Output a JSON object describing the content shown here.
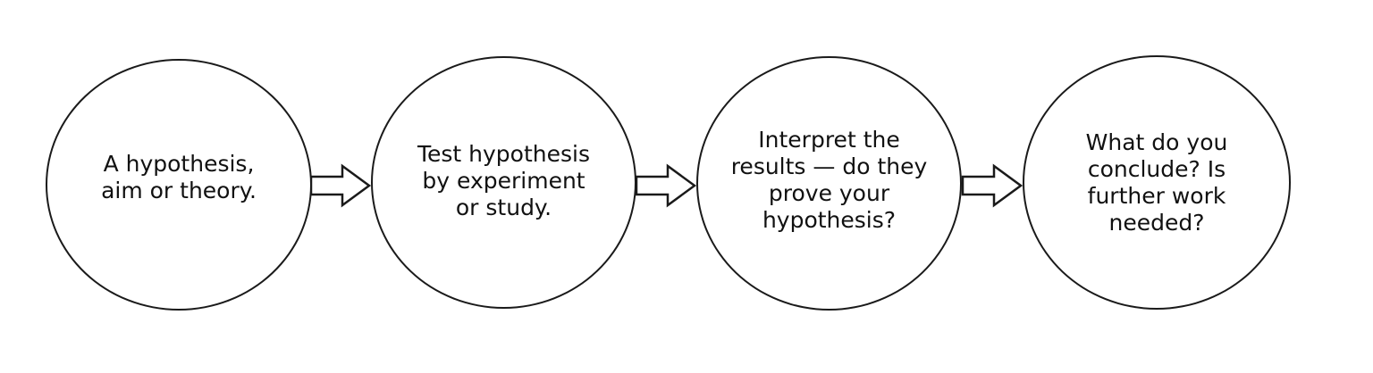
{
  "steps": [
    {
      "text": "A hypothesis,\naim or theory."
    },
    {
      "text": "Test hypothesis\nby experiment\nor study."
    },
    {
      "text": "Interpret the\nresults — do they\nprove your\nhypothesis?"
    },
    {
      "text": "What do you\nconclude? Is\nfurther work\nneeded?"
    }
  ],
  "colors": {
    "stroke": "#1a1a1a",
    "text": "#111111",
    "background": "#ffffff"
  },
  "arrows": [
    {
      "from": 1,
      "to": 2,
      "icon": "hollow-right-arrow-icon"
    },
    {
      "from": 2,
      "to": 3,
      "icon": "hollow-right-arrow-icon"
    },
    {
      "from": 3,
      "to": 4,
      "icon": "hollow-right-arrow-icon"
    }
  ]
}
